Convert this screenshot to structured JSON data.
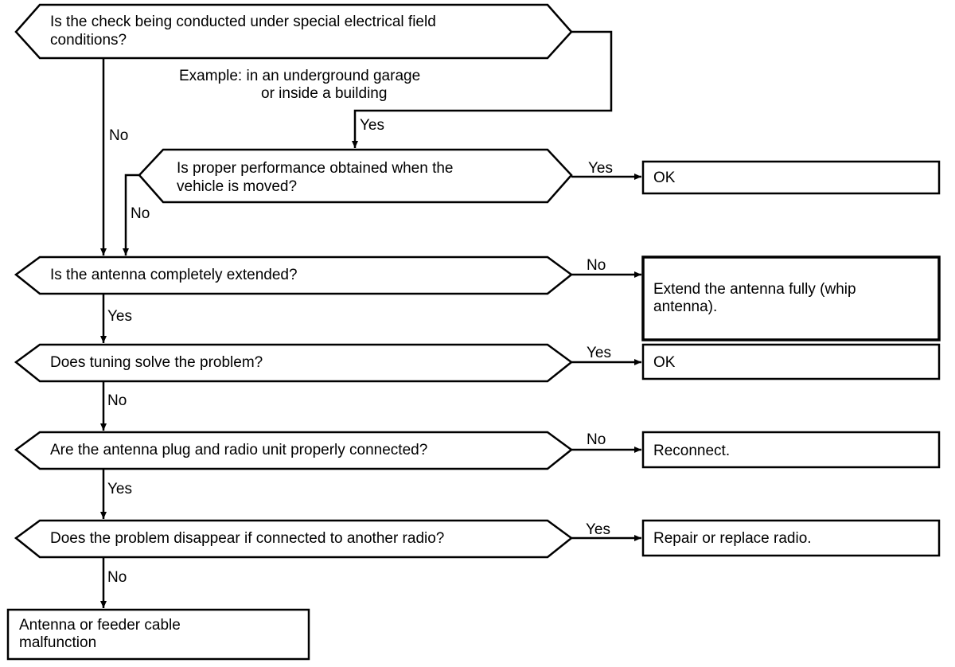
{
  "questions": {
    "q1": [
      "Is the check being conducted under special electrical field",
      "conditions?"
    ],
    "q1_example": [
      "Example:  in an underground garage",
      "or inside a building"
    ],
    "q2": [
      "Is proper performance obtained when the",
      "vehicle is moved?"
    ],
    "q3": "Is the antenna completely extended?",
    "q4": "Does tuning solve the problem?",
    "q5": "Are the antenna plug and radio unit properly connected?",
    "q6": "Does the problem disappear if connected to another radio?"
  },
  "outcomes": {
    "ok1": "OK",
    "extend": [
      "Extend  the  antenna  fully  (whip",
      "antenna)."
    ],
    "ok2": "OK",
    "reconnect": "Reconnect.",
    "repair": "Repair or replace radio.",
    "malfunction": [
      "Antenna  or  feeder  cable",
      "malfunction"
    ]
  },
  "labels": {
    "q1_no": "No",
    "q1_yes": "Yes",
    "q2_yes": "Yes",
    "q2_no": "No",
    "q3_no": "No",
    "q3_yes": "Yes",
    "q4_yes": "Yes",
    "q4_no": "No",
    "q5_no": "No",
    "q5_yes": "Yes",
    "q6_yes": "Yes",
    "q6_no": "No"
  }
}
